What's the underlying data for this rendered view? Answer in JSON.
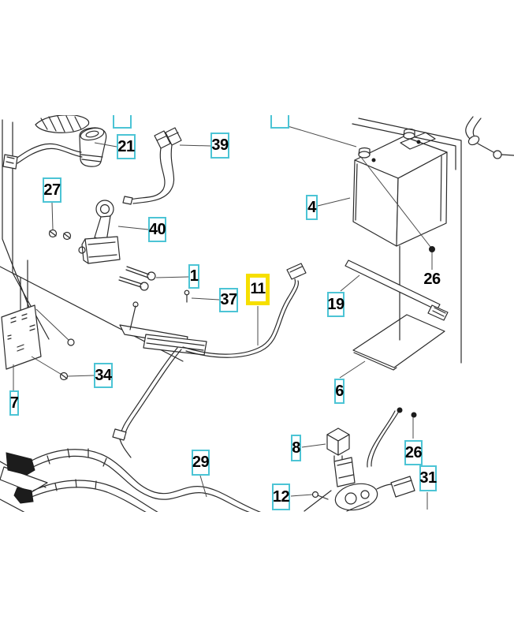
{
  "app": {
    "type": "parts-diagram-viewer",
    "background_color": "#ffffff"
  },
  "diagram": {
    "accent_color": "#4cc4d5",
    "highlight_color": "#f6df00",
    "line_color": "#2b2b2b",
    "selected_part_number": "11",
    "labels": [
      {
        "text": "",
        "variant": "partial-box"
      },
      {
        "text": "",
        "variant": "partial-box"
      },
      {
        "text": "21",
        "variant": "box"
      },
      {
        "text": "39",
        "variant": "box"
      },
      {
        "text": "27",
        "variant": "box"
      },
      {
        "text": "40",
        "variant": "box"
      },
      {
        "text": "1",
        "variant": "box"
      },
      {
        "text": "37",
        "variant": "box"
      },
      {
        "text": "11",
        "variant": "highlighted-box"
      },
      {
        "text": "4",
        "variant": "box"
      },
      {
        "text": "19",
        "variant": "box"
      },
      {
        "text": "26",
        "variant": "plain-text"
      },
      {
        "text": "6",
        "variant": "box"
      },
      {
        "text": "7",
        "variant": "box"
      },
      {
        "text": "34",
        "variant": "box"
      },
      {
        "text": "29",
        "variant": "box"
      },
      {
        "text": "8",
        "variant": "box"
      },
      {
        "text": "26",
        "variant": "box"
      },
      {
        "text": "31",
        "variant": "box"
      },
      {
        "text": "12",
        "variant": "box"
      }
    ],
    "parts": [
      "engine-section",
      "ignition-switch",
      "spark-plug-wires",
      "control-lever",
      "mounting-screws",
      "circuit-panel",
      "bracket-module",
      "wiring-harness",
      "battery",
      "battery-bolt",
      "battery-strap",
      "battery-mat",
      "chassis-frame",
      "battery-cables",
      "relay",
      "coil-harness",
      "screw",
      "nut"
    ]
  }
}
